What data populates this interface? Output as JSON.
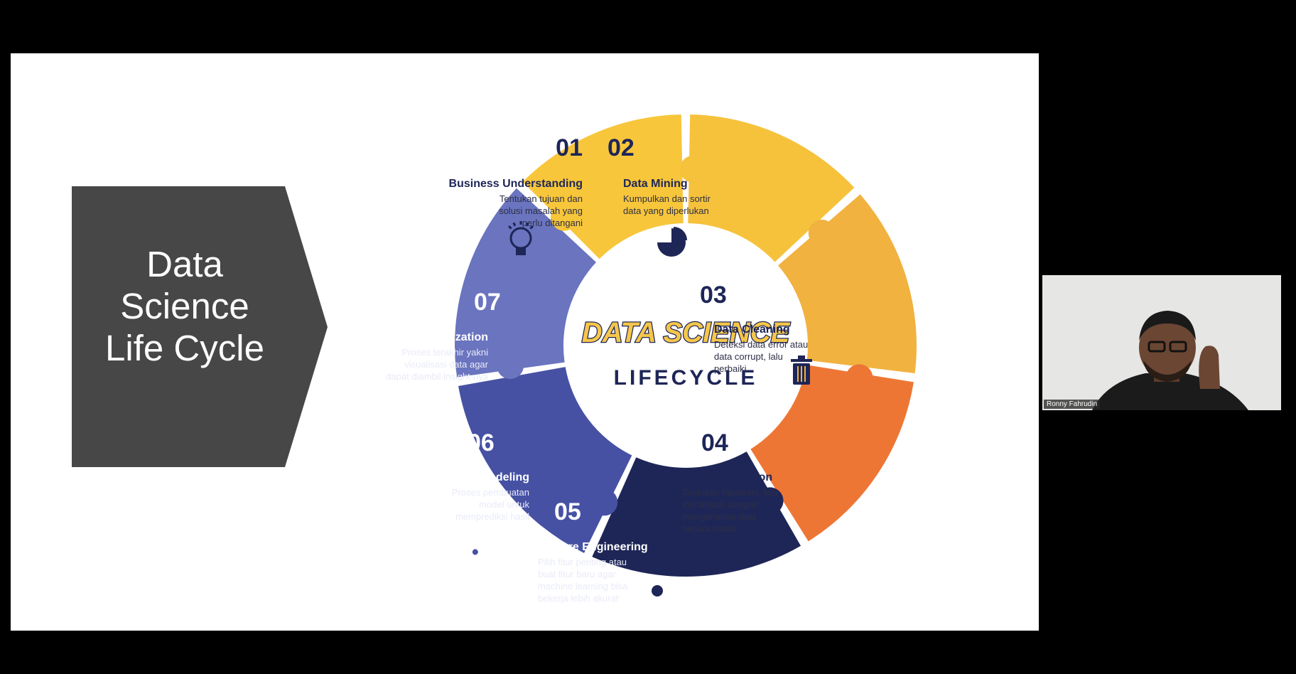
{
  "slide": {
    "title_lines": [
      "Data",
      "Science",
      "Life Cycle"
    ]
  },
  "diagram": {
    "center_title": "DATA SCIENCE",
    "center_subtitle": "LIFECYCLE",
    "colors": {
      "s1": "#F7C63A",
      "s2": "#F6C23C",
      "s3": "#F1B240",
      "s4": "#EE7635",
      "s5": "#1E2657",
      "s6": "#4651A4",
      "s7": "#6A74BF",
      "title_yellow": "#F6C64A",
      "navy": "#1E2657"
    },
    "stages": [
      {
        "num": "01",
        "title": "Business Understanding",
        "lines": [
          "Tentukan tujuan dan",
          "solusi masalah yang",
          "perlu ditangani"
        ],
        "icon": "lightbulb-icon"
      },
      {
        "num": "02",
        "title": "Data Mining",
        "lines": [
          "Kumpulkan dan sortir",
          "data yang diperlukan"
        ],
        "icon": "pie-chart-icon"
      },
      {
        "num": "03",
        "title": "Data Cleaning",
        "lines": [
          "Deteksi data error atau",
          "data corrupt, lalu",
          "perbaiki"
        ],
        "icon": "trash-icon"
      },
      {
        "num": "04",
        "title": "Data Exploration",
        "lines": [
          "Tentukan hipotesis, lalu",
          "identifikasi dengan",
          "menganalisis data",
          "secara visual"
        ],
        "icon": "bar-chart-icon"
      },
      {
        "num": "05",
        "title": "Feature Engineering",
        "lines": [
          "Pilih fitur penting atau",
          "buat fitur baru agar",
          "machine learning bisa",
          "bekerja lebih akurat"
        ],
        "icon": "gear-icon"
      },
      {
        "num": "06",
        "title": "Predictive Modeling",
        "lines": [
          "Proses pembuatan",
          "model untuk",
          "memprediksi hasil"
        ],
        "icon": "rocket-icon"
      },
      {
        "num": "07",
        "title": "Data Visualization",
        "lines": [
          "Proses terakhir yakni",
          "visualisasi data agar",
          "dapat diambil insight-nya"
        ],
        "icon": "column-chart-icon"
      }
    ]
  },
  "webcam": {
    "participant_name": "Ronny Fahrudin"
  }
}
